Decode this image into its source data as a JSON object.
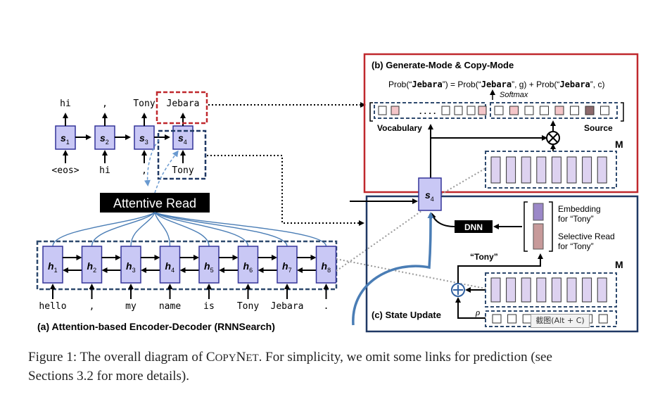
{
  "panel_a": {
    "caption": "(a) Attention-based Encoder-Decoder (RNNSearch)",
    "attentive_read": "Attentive Read",
    "decoder": [
      {
        "output": "hi",
        "state": "s",
        "idx": "1",
        "input": "<eos>"
      },
      {
        "output": ",",
        "state": "s",
        "idx": "2",
        "input": "hi"
      },
      {
        "output": "Tony",
        "state": "s",
        "idx": "3",
        "input": ","
      },
      {
        "output": "Jebara",
        "state": "s",
        "idx": "4",
        "input": "Tony"
      }
    ],
    "encoder": [
      {
        "state": "h",
        "idx": "1",
        "word": "hello"
      },
      {
        "state": "h",
        "idx": "2",
        "word": ","
      },
      {
        "state": "h",
        "idx": "3",
        "word": "my"
      },
      {
        "state": "h",
        "idx": "4",
        "word": "name"
      },
      {
        "state": "h",
        "idx": "5",
        "word": "is"
      },
      {
        "state": "h",
        "idx": "6",
        "word": "Tony"
      },
      {
        "state": "h",
        "idx": "7",
        "word": "Jebara"
      },
      {
        "state": "h",
        "idx": "8",
        "word": "."
      }
    ]
  },
  "panel_b": {
    "title": "(b) Generate-Mode & Copy-Mode",
    "formula": {
      "prefix": "Prob(“",
      "word1": "Jebara",
      "mid1": "”) = Prob(“",
      "word2": "Jebara",
      "mid2": "”, g) + Prob(“",
      "word3": "Jebara",
      "suffix": "”, c)"
    },
    "softmax": "Softmax",
    "vocabulary": "Vocabulary",
    "source": "Source",
    "dots": ". . . .",
    "memory": "M"
  },
  "panel_c": {
    "title": "(c) State Update",
    "state": "s",
    "state_idx": "4",
    "dnn": "DNN",
    "embedding_line1": "Embedding",
    "embedding_line2": "for “Tony”",
    "selective_line1": "Selective Read",
    "selective_line2": "for “Tony”",
    "tony_label": "“Tony”",
    "memory": "M",
    "rho": "ρ"
  },
  "tooltip": "截图(Alt + C)",
  "caption": {
    "line1": "Figure 1:  The overall diagram of C",
    "smallcaps": "OPY",
    "n": "N",
    "smallcaps2": "ET",
    "line1_rest": ".  For simplicity, we omit some links for prediction (see",
    "line2": "Sections 3.2 for more details)."
  },
  "colors": {
    "cell_fill": "#c9c8f5",
    "cell_stroke": "#333399",
    "dashed_blue": "#2e4a6e",
    "panel_red": "#c0282d",
    "panel_navy": "#1f3864",
    "curve_blue": "#4a7db5",
    "pink_cell": "#f4c6c9",
    "dark_cell": "#8c6a6c",
    "mem_cell": "#ddd2f0"
  }
}
